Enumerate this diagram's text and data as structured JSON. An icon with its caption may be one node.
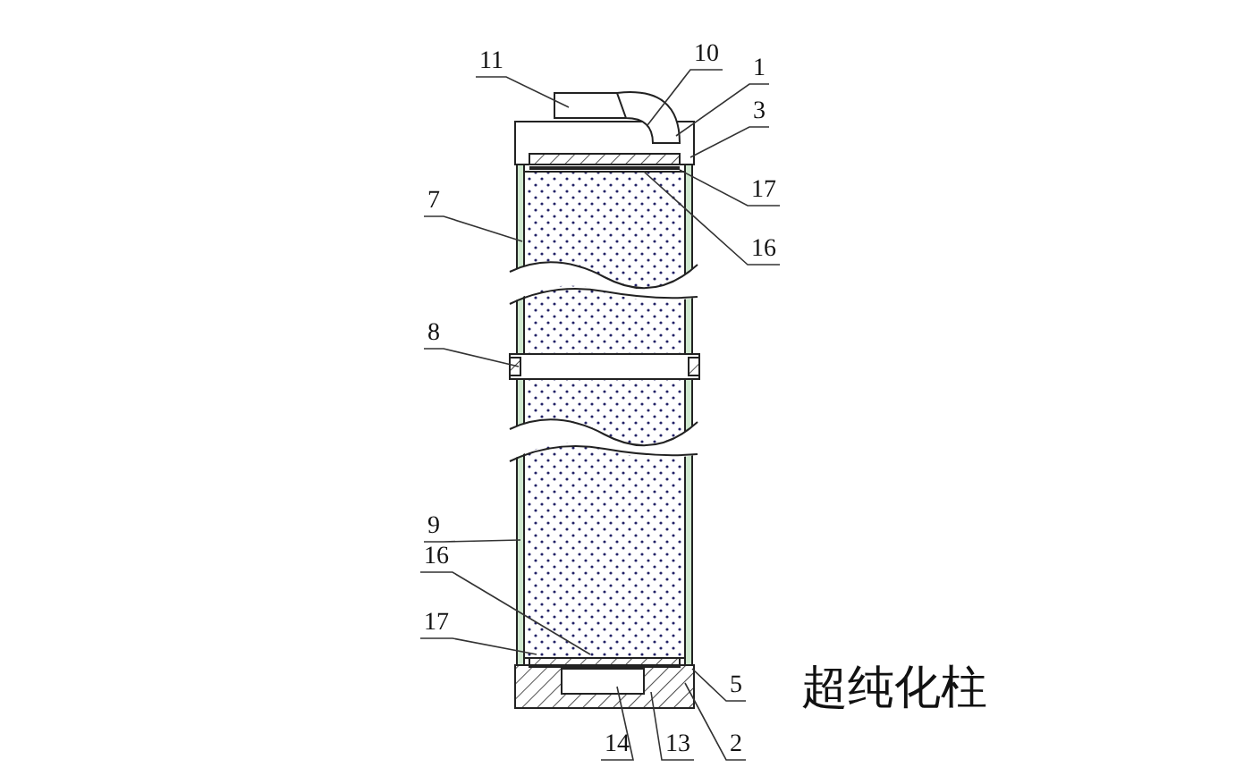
{
  "diagram": {
    "title": "超纯化柱",
    "nodes": [
      {
        "text": [
          "11"
        ]
      },
      {
        "text": [
          "10"
        ]
      },
      {
        "text": [
          "1"
        ]
      },
      {
        "text": [
          "3"
        ]
      },
      {
        "text": [
          "17"
        ]
      },
      {
        "text": [
          "16"
        ]
      },
      {
        "text": [
          "7"
        ]
      },
      {
        "text": [
          "8"
        ]
      },
      {
        "text": [
          "9"
        ]
      },
      {
        "text": [
          "16"
        ]
      },
      {
        "text": [
          "17"
        ]
      },
      {
        "text": [
          "5"
        ]
      },
      {
        "text": [
          "14"
        ]
      },
      {
        "text": [
          "13"
        ]
      },
      {
        "text": [
          "2"
        ]
      }
    ],
    "edges": [
      {
        "from": 0,
        "to": null,
        "arrow": "none"
      },
      {
        "from": 1,
        "to": null,
        "arrow": "none"
      },
      {
        "from": 2,
        "to": null,
        "arrow": "none"
      },
      {
        "from": 3,
        "to": null,
        "arrow": "none"
      },
      {
        "from": 4,
        "to": null,
        "arrow": "none"
      },
      {
        "from": 5,
        "to": null,
        "arrow": "none"
      },
      {
        "from": 6,
        "to": null,
        "arrow": "none"
      },
      {
        "from": 7,
        "to": null,
        "arrow": "none"
      },
      {
        "from": 8,
        "to": null,
        "arrow": "none"
      },
      {
        "from": 9,
        "to": null,
        "arrow": "none"
      },
      {
        "from": 10,
        "to": null,
        "arrow": "none"
      },
      {
        "from": 11,
        "to": null,
        "arrow": "none"
      },
      {
        "from": 12,
        "to": null,
        "arrow": "none"
      },
      {
        "from": 13,
        "to": null,
        "arrow": "none"
      },
      {
        "from": 14,
        "to": null,
        "arrow": "none"
      }
    ]
  }
}
